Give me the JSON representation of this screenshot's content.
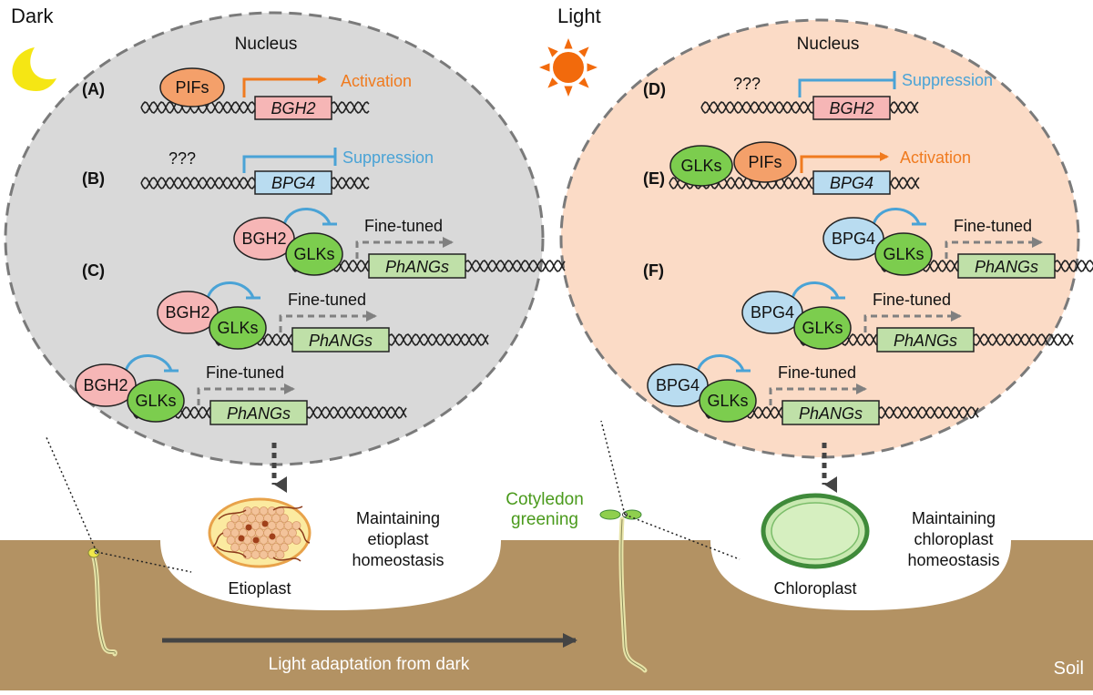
{
  "conditions": {
    "dark": "Dark",
    "light": "Light"
  },
  "nucleus_label": "Nucleus",
  "colors": {
    "dark_nucleus": "#d9d9d9",
    "light_nucleus": "#fbdbc6",
    "soil": "#b39263",
    "pif": "#f4a06a",
    "bgh2": "#f6b6b6",
    "bpg4": "#b9dcf0",
    "glk": "#7ccd4e",
    "phangs": "#bfe0a8",
    "activation": "#f07b1f",
    "suppression": "#4aa3d6",
    "arrow_dark": "#444444",
    "moon": "#f5e614",
    "sun": "#f26a0c"
  },
  "dark_panel": {
    "A": {
      "tag": "(A)",
      "factor": "PIFs",
      "gene": "BGH2",
      "effect": "Activation"
    },
    "B": {
      "tag": "(B)",
      "unknown": "???",
      "gene": "BPG4",
      "effect": "Suppression"
    },
    "C": {
      "tag": "(C)",
      "rows": [
        {
          "regulator": "BGH2",
          "target": "GLKs",
          "note": "Fine-tuned",
          "gene": "PhANGs"
        },
        {
          "regulator": "BGH2",
          "target": "GLKs",
          "note": "Fine-tuned",
          "gene": "PhANGs"
        },
        {
          "regulator": "BGH2",
          "target": "GLKs",
          "note": "Fine-tuned",
          "gene": "PhANGs"
        }
      ]
    },
    "organelle": "Etioplast",
    "outcome": [
      "Maintaining",
      "etioplast",
      "homeostasis"
    ]
  },
  "light_panel": {
    "D": {
      "tag": "(D)",
      "unknown": "???",
      "gene": "BGH2",
      "effect": "Suppression"
    },
    "E": {
      "tag": "(E)",
      "factor1": "GLKs",
      "factor2": "PIFs",
      "gene": "BPG4",
      "effect": "Activation"
    },
    "F": {
      "tag": "(F)",
      "rows": [
        {
          "regulator": "BPG4",
          "target": "GLKs",
          "note": "Fine-tuned",
          "gene": "PhANGs"
        },
        {
          "regulator": "BPG4",
          "target": "GLKs",
          "note": "Fine-tuned",
          "gene": "PhANGs"
        },
        {
          "regulator": "BPG4",
          "target": "GLKs",
          "note": "Fine-tuned",
          "gene": "PhANGs"
        }
      ]
    },
    "organelle": "Chloroplast",
    "outcome": [
      "Maintaining",
      "chloroplast",
      "homeostasis"
    ]
  },
  "seedling_label": [
    "Cotyledon",
    "greening"
  ],
  "transition": "Light adaptation from dark",
  "soil_label": "Soil"
}
